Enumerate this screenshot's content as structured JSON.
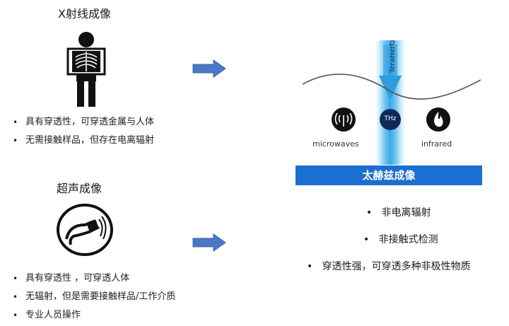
{
  "xray": {
    "title": "X射线成像",
    "bullets": [
      "具有穿透性，可穿透金属与人体",
      "无需接触样品，但存在电离辐射"
    ]
  },
  "ultrasound": {
    "title": "超声成像",
    "bullets": [
      "具有穿透性 ，可穿透人体",
      "无辐射，但是需要接触样品/工作介质",
      "专业人员操作"
    ]
  },
  "terahertz": {
    "banner": "太赫兹成像",
    "beam_label": "TeraHertz",
    "center_label": "THz",
    "left_label": "microwaves",
    "right_label": "infrared",
    "bullets": [
      "非电离辐射",
      "非接触式检测",
      "穿透性强，可穿透多种非极性物质"
    ]
  },
  "colors": {
    "arrow": "#4a78c4",
    "banner": "#1a6fd0",
    "beam": "#3aa8e6"
  }
}
